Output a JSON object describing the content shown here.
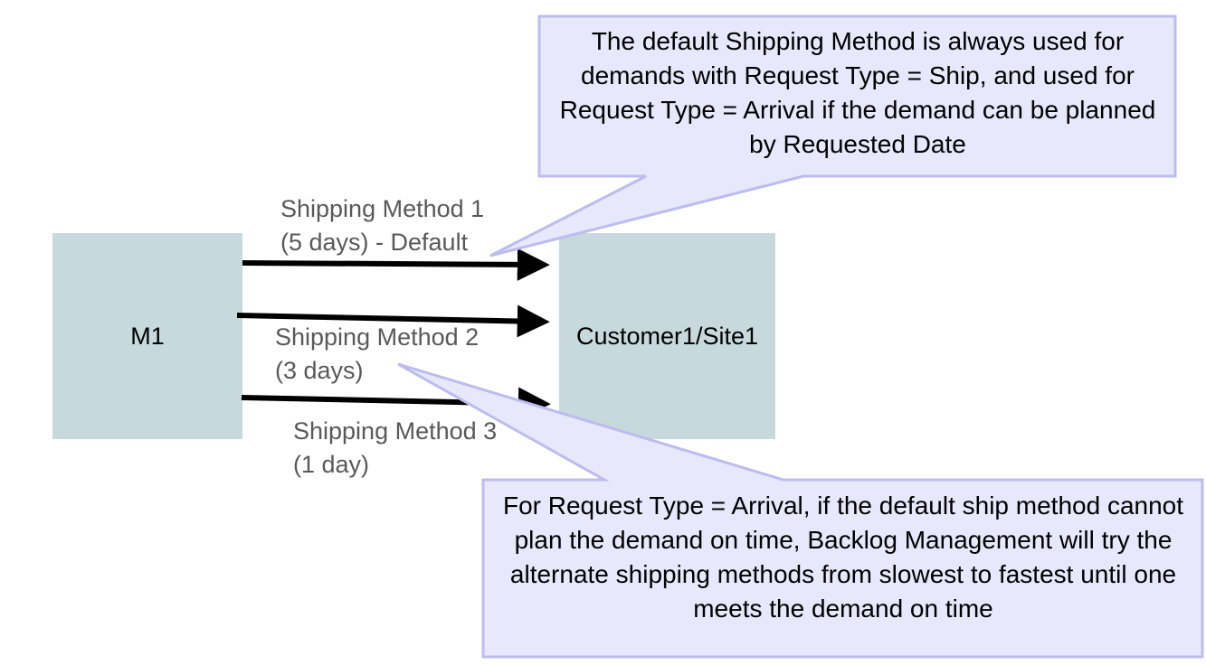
{
  "nodes": {
    "source": {
      "label": "M1"
    },
    "destination": {
      "label": "Customer1/Site1"
    }
  },
  "shipping_methods": [
    {
      "line1": "Shipping Method 1",
      "line2": "(5 days) - Default"
    },
    {
      "line1": "Shipping Method 2",
      "line2": "(3 days)"
    },
    {
      "line1": "Shipping Method 3",
      "line2": "(1 day)"
    }
  ],
  "callouts": {
    "default_method": {
      "text": "The default Shipping Method is always used for demands with Request Type = Ship, and used for Request Type = Arrival if the demand can be planned by Requested Date"
    },
    "alternate_methods": {
      "text": "For Request Type = Arrival, if the default ship method cannot plan the demand on time, Backlog Management will try the alternate shipping methods from slowest to fastest until one meets the demand on time"
    }
  },
  "colors": {
    "node_fill": "#c8d9dd",
    "callout_fill": "#e7e8fb",
    "callout_stroke": "#bcbcee",
    "arrow": "#000000",
    "method_text": "#595959"
  }
}
